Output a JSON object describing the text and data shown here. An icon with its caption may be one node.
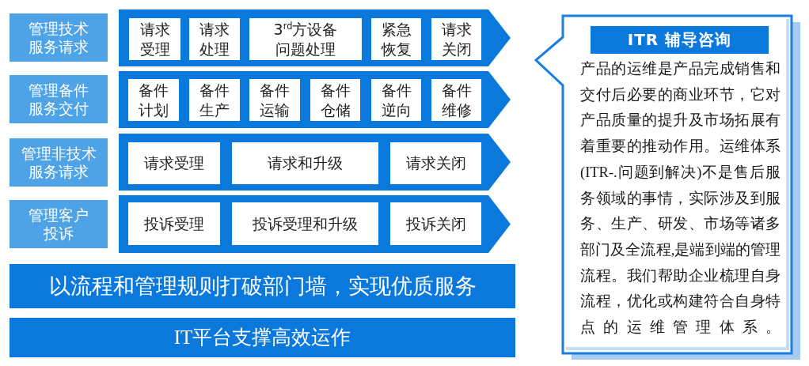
{
  "diagram": {
    "nodes": [
      {
        "text": [
          "管理技术服务请求"
        ]
      },
      {
        "text": [],
        "shape": "arrow"
      },
      {
        "text": [
          "请求受理"
        ],
        "in": 1
      },
      {
        "text": [
          "请求处理"
        ],
        "in": 1
      },
      {
        "text": [
          "3$^{rd}$方设备问题处理"
        ],
        "in": 1
      },
      {
        "text": [
          "紧急恢复"
        ],
        "in": 1
      },
      {
        "text": [
          "请求关闭"
        ],
        "in": 1
      },
      {
        "text": [
          "管理备件服务交付"
        ]
      },
      {
        "text": [],
        "shape": "arrow"
      },
      {
        "text": [
          "备件计划"
        ],
        "in": 8
      },
      {
        "text": [
          "备件生产"
        ],
        "in": 8
      },
      {
        "text": [
          "备件运输"
        ],
        "in": 8
      },
      {
        "text": [
          "备件仓储"
        ],
        "in": 8
      },
      {
        "text": [
          "备件逆向"
        ],
        "in": 8
      },
      {
        "text": [
          "备件维修"
        ],
        "in": 8
      },
      {
        "text": [
          "管理非技术服务请求"
        ]
      },
      {
        "text": [],
        "shape": "arrow"
      },
      {
        "text": [
          "请求受理"
        ],
        "in": 16
      },
      {
        "text": [
          "请求和升级"
        ],
        "in": 16
      },
      {
        "text": [
          "请求关闭"
        ],
        "in": 16
      },
      {
        "text": [
          "管理客户投诉"
        ]
      },
      {
        "text": [],
        "shape": "arrow"
      },
      {
        "text": [
          "投诉受理"
        ],
        "in": 21
      },
      {
        "text": [
          "投诉受理和升级"
        ],
        "in": 21
      },
      {
        "text": [
          "投诉关闭"
        ],
        "in": 21
      },
      {
        "text": [
          "以流程和管理规则打破部门墙，实现优质服务"
        ]
      },
      {
        "text": [
          "IT平台支撑高效运作"
        ]
      },
      {
        "text": [
          "产品的运维是产品完成销售和交付后必要的商业环节，它对产品质量的提升及市场拓展有着重要的推动作用。运维体系(ITR-.问题到解决)不是售后服务领域的事情，实际涉及到服务、生产、研发、市场等诸多部门及全流程,是端到端的管理流程。我们帮助企业梳理自身流程，优化或构建符合自身特点的运维管理体系。"
        ]
      },
      {
        "text": [
          "ITR 辅导咨询"
        ],
        "in": 27
      }
    ]
  }
}
